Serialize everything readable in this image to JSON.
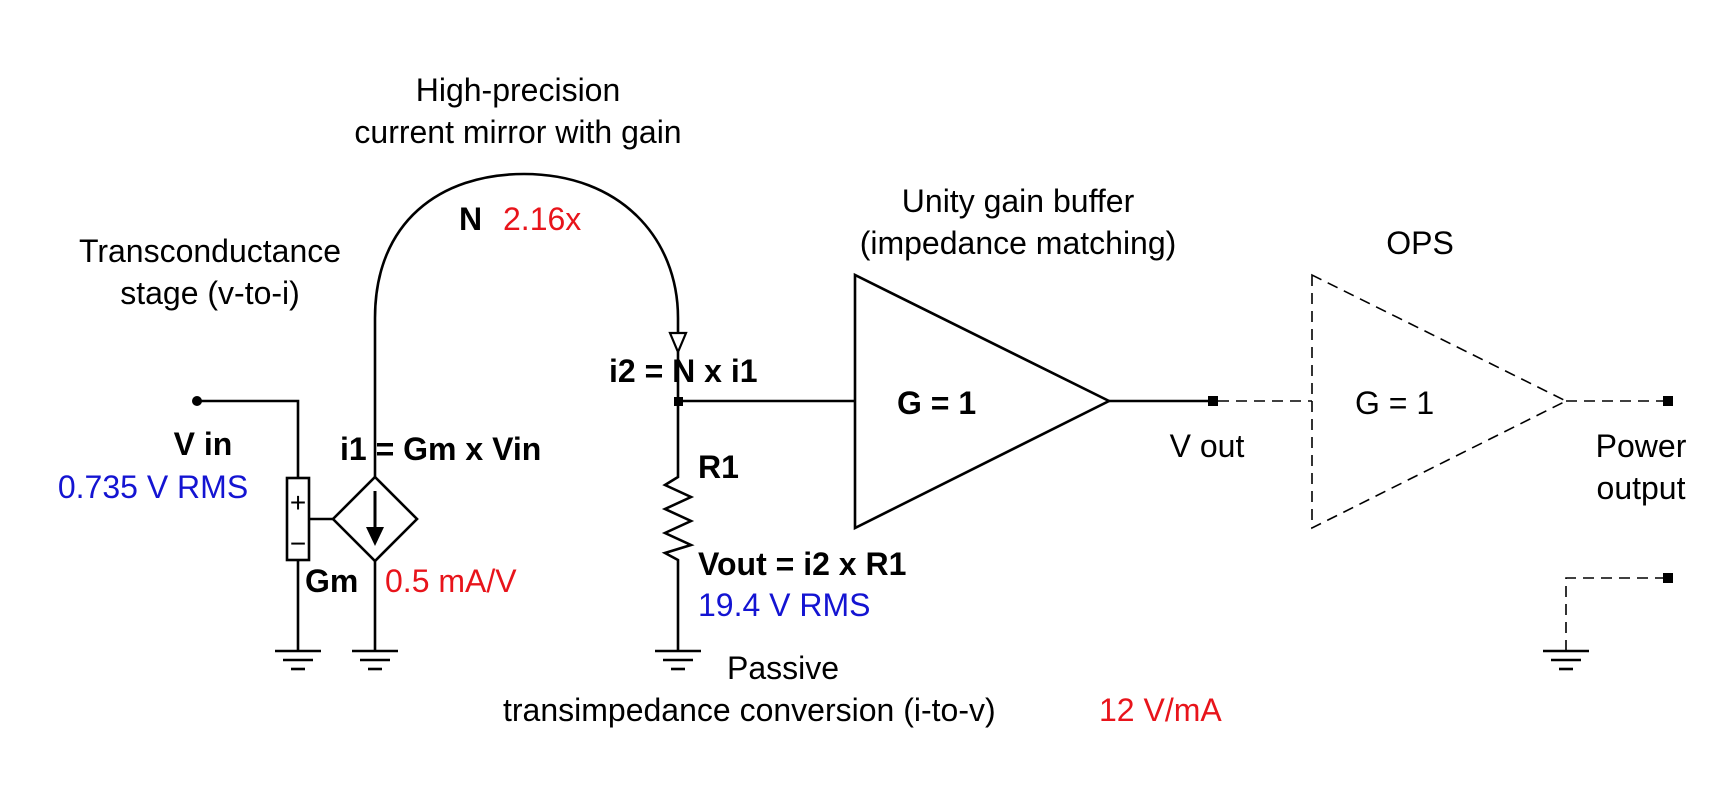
{
  "colors": {
    "ink": "#000000",
    "red": "#e8141b",
    "blue": "#1414d2"
  },
  "labels": {
    "mirror_title_1": "High-precision",
    "mirror_title_2": "current mirror with gain",
    "n_label": "N",
    "n_value": "2.16x",
    "trans_title_1": "Transconductance",
    "trans_title_2": "stage (v-to-i)",
    "vin_label": "V in",
    "vin_value": "0.735 V RMS",
    "i1_label": "i1 = Gm x Vin",
    "gm_label": "Gm",
    "gm_value": "0.5 mA/V",
    "i2_label": "i2 = N x i1",
    "r1_label": "R1",
    "vout_eq_label": "Vout = i2 x R1",
    "vout_value": "19.4 V RMS",
    "passive_1": "Passive",
    "passive_2": "transimpedance conversion (i-to-v)",
    "passive_value": "12 V/mA",
    "buffer_title_1": "Unity gain buffer",
    "buffer_title_2": "(impedance matching)",
    "buffer_gain": "G = 1",
    "vout_label": "V out",
    "ops_title": "OPS",
    "ops_gain": "G = 1",
    "power_1": "Power",
    "power_2": "output"
  },
  "icons": {
    "source_plus": "+",
    "source_minus": "−"
  }
}
